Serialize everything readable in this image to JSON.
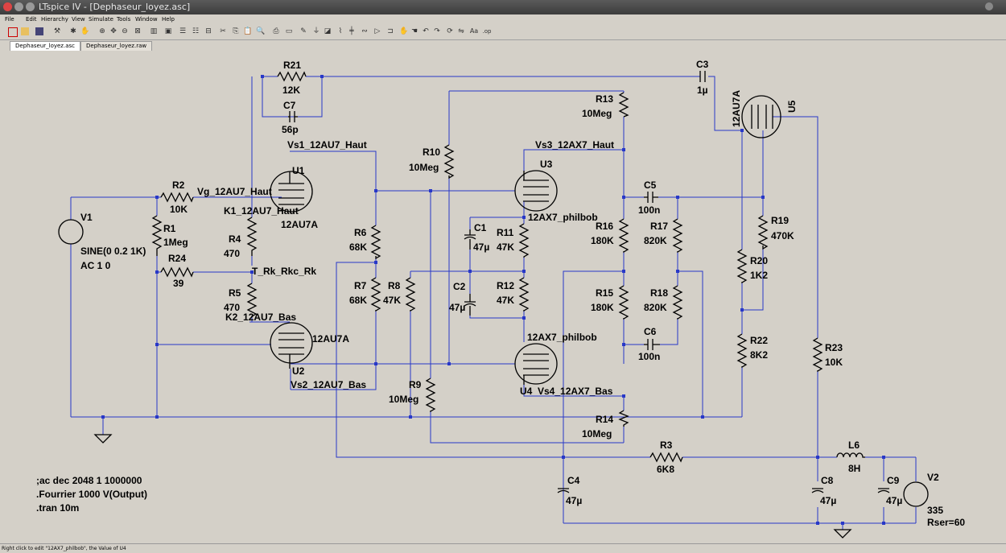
{
  "window": {
    "title": "LTspice IV - [Dephaseur_loyez.asc]"
  },
  "menu": [
    "File",
    "Edit",
    "Hierarchy",
    "View",
    "Simulate",
    "Tools",
    "Window",
    "Help"
  ],
  "tabs": [
    "Dephaseur_loyez.asc",
    "Dephaseur_loyez.raw"
  ],
  "status": "Right click to edit \"12AX7_philbob\", the Value of U4",
  "schematic": {
    "components": {
      "V1": {
        "name": "V1",
        "value": "SINE(0 0.2 1K)",
        "value2": "AC 1 0"
      },
      "R1": {
        "name": "R1",
        "value": "1Meg"
      },
      "R2": {
        "name": "R2",
        "value": "10K"
      },
      "R24": {
        "name": "R24",
        "value": "39"
      },
      "R4": {
        "name": "R4",
        "value": "470"
      },
      "R5": {
        "name": "R5",
        "value": "470"
      },
      "R21": {
        "name": "R21",
        "value": "12K"
      },
      "C7": {
        "name": "C7",
        "value": "56p"
      },
      "U1": {
        "name": "U1",
        "value": "12AU7A"
      },
      "U2": {
        "name": "U2",
        "value": "12AU7A"
      },
      "R6": {
        "name": "R6",
        "value": "68K"
      },
      "R7": {
        "name": "R7",
        "value": "68K"
      },
      "R8": {
        "name": "R8",
        "value": "47K"
      },
      "R9": {
        "name": "R9",
        "value": "10Meg"
      },
      "R10": {
        "name": "R10",
        "value": "10Meg"
      },
      "C1": {
        "name": "C1",
        "value": "47µ"
      },
      "C2": {
        "name": "C2",
        "value": "47µ"
      },
      "R11": {
        "name": "R11",
        "value": "47K"
      },
      "R12": {
        "name": "R12",
        "value": "47K"
      },
      "U3": {
        "name": "U3",
        "value": "12AX7_philbob"
      },
      "U4": {
        "name": "U4",
        "value": "12AX7_philbob"
      },
      "R13": {
        "name": "R13",
        "value": "10Meg"
      },
      "R14": {
        "name": "R14",
        "value": "10Meg"
      },
      "R15": {
        "name": "R15",
        "value": "180K"
      },
      "R16": {
        "name": "R16",
        "value": "180K"
      },
      "R17": {
        "name": "R17",
        "value": "820K"
      },
      "R18": {
        "name": "R18",
        "value": "820K"
      },
      "C5": {
        "name": "C5",
        "value": "100n"
      },
      "C6": {
        "name": "C6",
        "value": "100n"
      },
      "C3": {
        "name": "C3",
        "value": "1µ"
      },
      "U5": {
        "name": "U5",
        "value": "12AU7A"
      },
      "R19": {
        "name": "R19",
        "value": "470K"
      },
      "R20": {
        "name": "R20",
        "value": "1K2"
      },
      "R22": {
        "name": "R22",
        "value": "8K2"
      },
      "R23": {
        "name": "R23",
        "value": "10K"
      },
      "R3": {
        "name": "R3",
        "value": "6K8"
      },
      "L6": {
        "name": "L6",
        "value": "8H"
      },
      "C4": {
        "name": "C4",
        "value": "47µ"
      },
      "C8": {
        "name": "C8",
        "value": "47µ"
      },
      "C9": {
        "name": "C9",
        "value": "47µ"
      },
      "V2": {
        "name": "V2",
        "value": "335",
        "value2": "Rser=60"
      }
    },
    "nets": {
      "vg_haut": "Vg_12AU7_Haut",
      "k1_haut": "K1_12AU7_Haut",
      "vs1_haut": "Vs1_12AU7_Haut",
      "t_rk": "T_Rk_Rkc_Rk",
      "k2_bas": "K2_12AU7_Bas",
      "vs2_bas": "Vs2_12AU7_Bas",
      "vs3_haut": "Vs3_12AX7_Haut",
      "vs4_bas": "Vs4_12AX7_Bas"
    },
    "directives": [
      ";ac dec 2048 1 1000000",
      ".Fourrier 1000 V(Output)",
      ".tran 10m"
    ]
  }
}
